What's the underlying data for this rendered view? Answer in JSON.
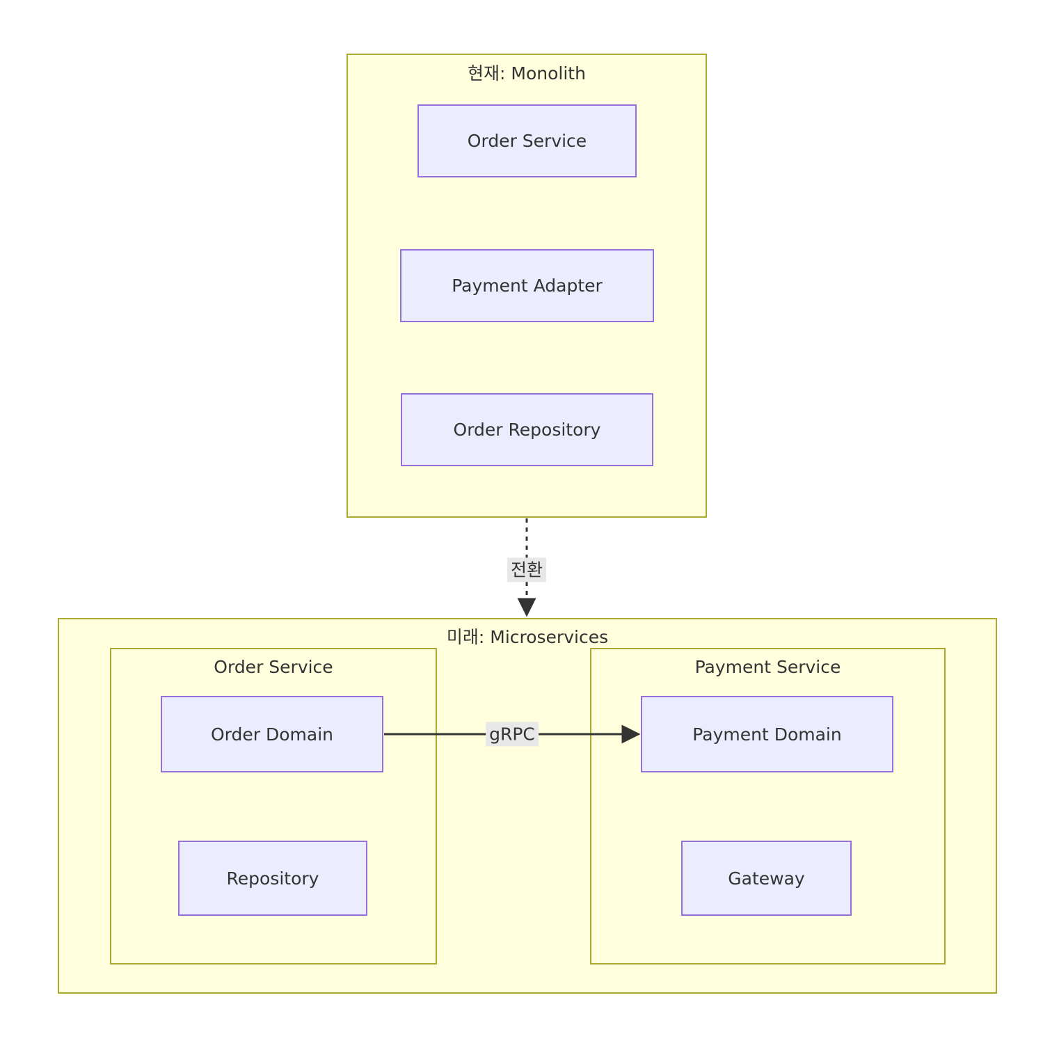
{
  "diagram": {
    "type": "flowchart",
    "direction": "top-to-bottom",
    "background": "#ffffff",
    "colors": {
      "cluster_fill": "#ffffde",
      "cluster_stroke": "#aaaa33",
      "node_fill": "#ececff",
      "node_stroke": "#9370db",
      "text": "#333333",
      "edge_stroke": "#333333",
      "edge_label_bg": "#e8e8e8"
    },
    "clusters": [
      {
        "id": "monolith",
        "title": "현재: Monolith",
        "nodes": [
          {
            "id": "order-service",
            "label": "Order Service"
          },
          {
            "id": "payment-adapter",
            "label": "Payment Adapter"
          },
          {
            "id": "order-repository",
            "label": "Order Repository"
          }
        ]
      },
      {
        "id": "microservices",
        "title": "미래: Microservices",
        "subclusters": [
          {
            "id": "order-service-ms",
            "title": "Order Service",
            "nodes": [
              {
                "id": "order-domain",
                "label": "Order Domain"
              },
              {
                "id": "repository",
                "label": "Repository"
              }
            ]
          },
          {
            "id": "payment-service-ms",
            "title": "Payment Service",
            "nodes": [
              {
                "id": "payment-domain",
                "label": "Payment Domain"
              },
              {
                "id": "gateway",
                "label": "Gateway"
              }
            ]
          }
        ]
      }
    ],
    "edges": [
      {
        "id": "transition-edge",
        "from": "monolith",
        "to": "microservices",
        "label": "전환",
        "style": "dotted",
        "arrow": "end"
      },
      {
        "id": "grpc-edge",
        "from": "order-domain",
        "to": "payment-domain",
        "label": "gRPC",
        "style": "solid",
        "arrow": "end"
      }
    ]
  }
}
